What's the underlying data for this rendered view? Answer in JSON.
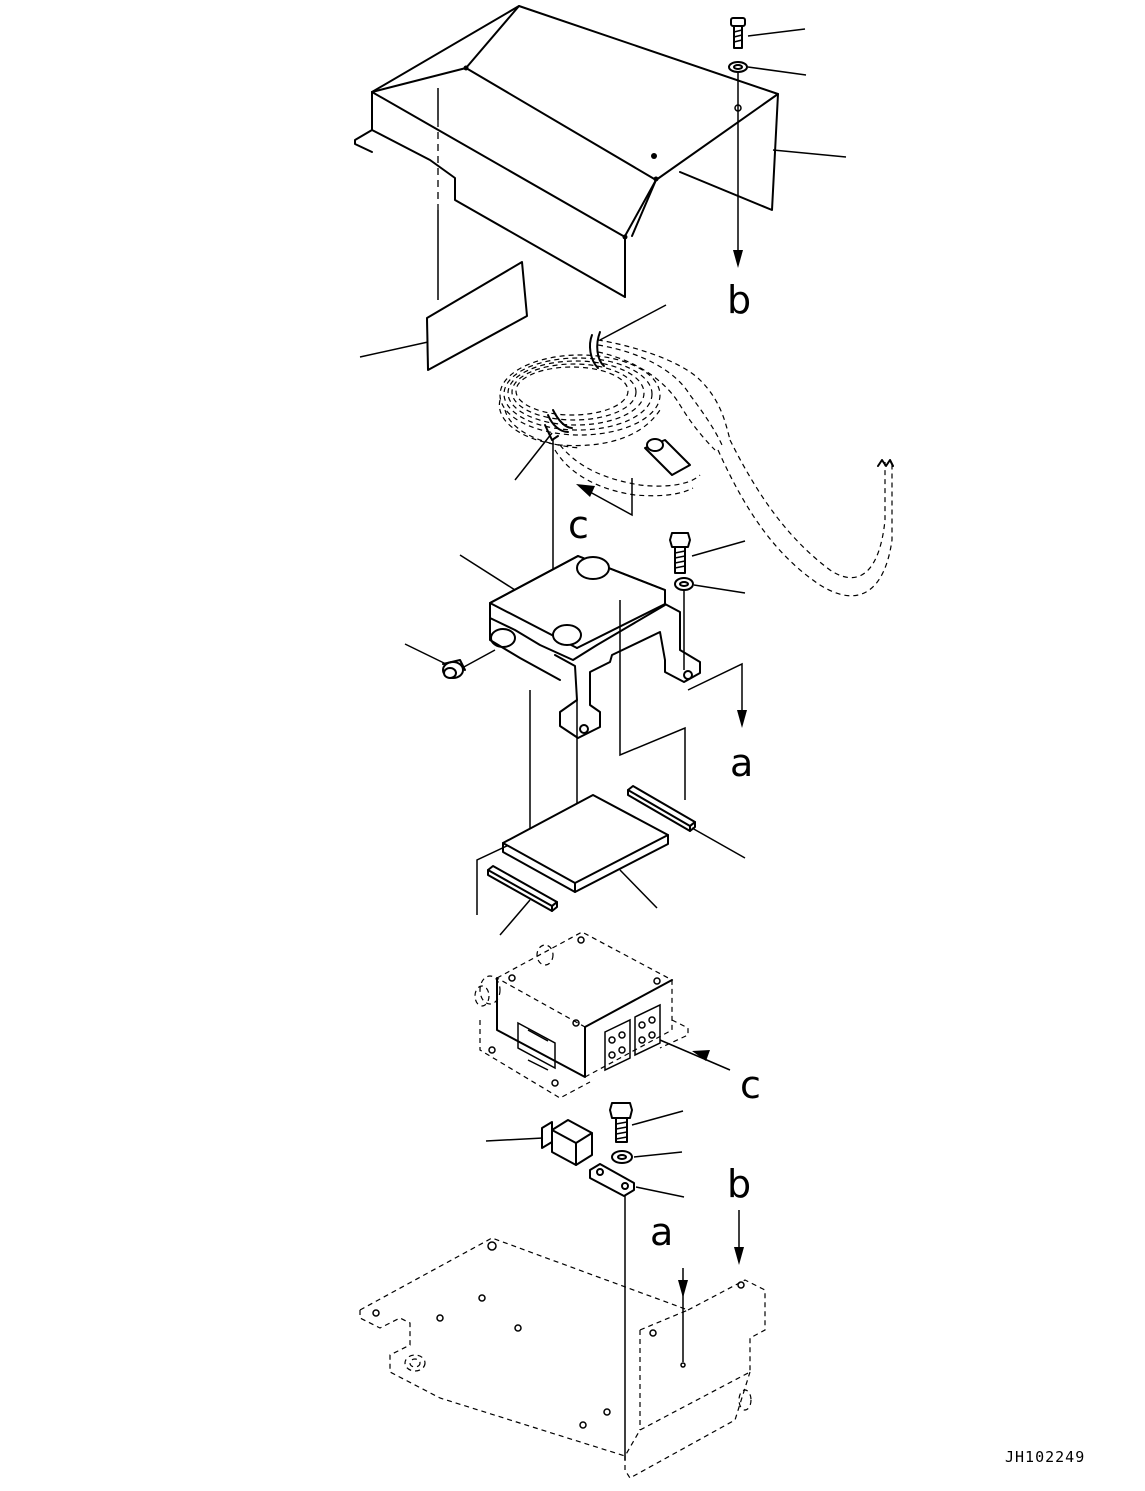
{
  "drawing_code": "JH102249",
  "flow_labels": {
    "b_top": "b",
    "c_top": "c",
    "a_mid": "a",
    "c_right": "c",
    "b_bottom": "b",
    "a_bottom": "a"
  }
}
